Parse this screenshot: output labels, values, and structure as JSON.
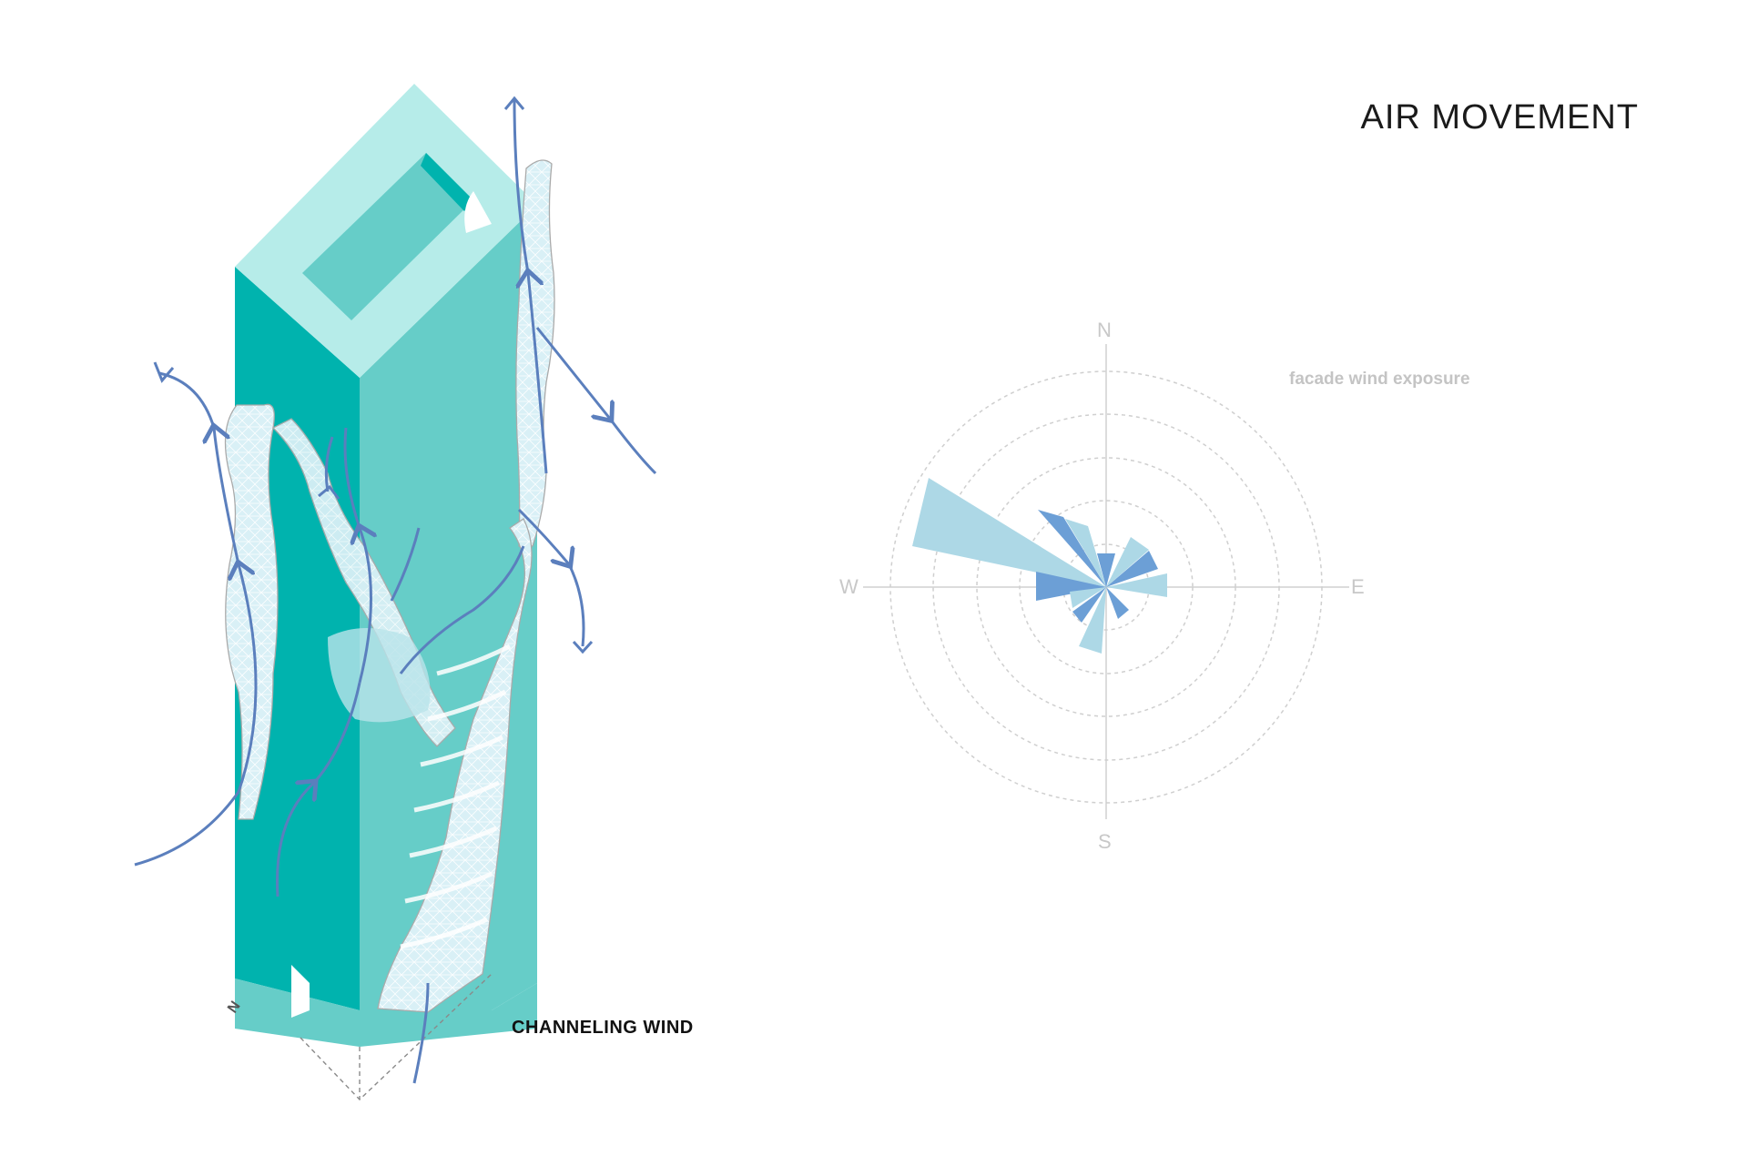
{
  "title": "AIR MOVEMENT",
  "caption": "CHANNELING WIND",
  "north_marker": "N",
  "wind_rose": {
    "label": "facade wind exposure",
    "compass": {
      "n": "N",
      "s": "S",
      "w": "W",
      "e": "E"
    },
    "colors": {
      "light": "#add8e6",
      "dark": "#6c9fd6",
      "grid": "#cfcfcf"
    }
  },
  "colors": {
    "tower_front": "#00b3ae",
    "tower_side": "#66cdc8",
    "tower_top": "#b6ece9",
    "mesh": "#d6eef5",
    "arrow": "#5b7fbd"
  }
}
